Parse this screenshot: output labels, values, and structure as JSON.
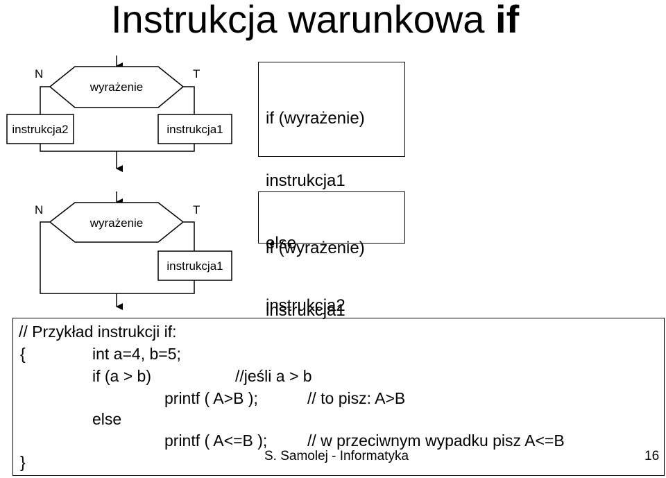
{
  "title": {
    "text": "Instrukcja warunkowa ",
    "keyword": "if"
  },
  "diagram1": {
    "condition": "wyrażenie",
    "false_label": "N",
    "true_label": "T",
    "false_branch": "instrukcja2",
    "true_branch": "instrukcja1"
  },
  "diagram2": {
    "condition": "wyrażenie",
    "false_label": "N",
    "true_label": "T",
    "true_branch": "instrukcja1"
  },
  "code1": {
    "lines": [
      "if (wyrażenie)",
      "instrukcja1",
      "else",
      "instrukcja2"
    ]
  },
  "code2": {
    "lines": [
      "if (wyrażenie)",
      "instrukcja1"
    ]
  },
  "example": {
    "lines": [
      "// Przykład instrukcji if:",
      "{",
      "int a=4, b=5;",
      "if (a > b)",
      "//jeśli a > b",
      "printf ( A>B );",
      "// to pisz: A>B",
      "else",
      "printf ( A<=B );",
      "// w przeciwnym wypadku pisz A<=B",
      "}"
    ]
  },
  "footer": {
    "author": "S. Samolej - Informatyka",
    "page": "16"
  }
}
